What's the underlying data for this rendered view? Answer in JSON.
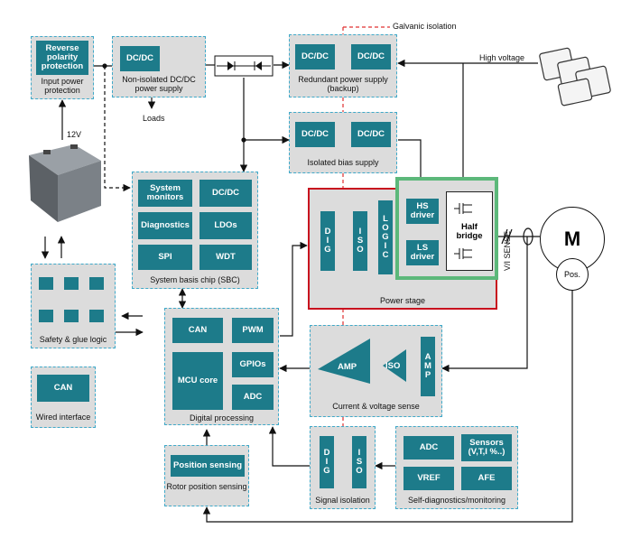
{
  "annotations": {
    "galvanic_isolation": "Galvanic isolation",
    "high_voltage": "High voltage",
    "loads": "Loads",
    "v12": "12V",
    "vi_sense": "V/I SENSE"
  },
  "input_power": {
    "box": "Reverse polarity protection",
    "label": "Input power protection"
  },
  "non_isolated": {
    "box": "DC/DC",
    "label": "Non-isolated DC/DC power supply"
  },
  "redundant": {
    "box1": "DC/DC",
    "box2": "DC/DC",
    "label": "Redundant power supply (backup)"
  },
  "isolated_bias": {
    "box1": "DC/DC",
    "box2": "DC/DC",
    "label": "Isolated bias supply"
  },
  "sbc": {
    "system_monitors": "System monitors",
    "dcdc": "DC/DC",
    "diagnostics": "Diagnostics",
    "ldos": "LDOs",
    "spi": "SPI",
    "wdt": "WDT",
    "label": "System basis chip (SBC)"
  },
  "power_stage": {
    "dig": [
      "D",
      "I",
      "G"
    ],
    "iso": [
      "I",
      "S",
      "O"
    ],
    "logic": [
      "L",
      "O",
      "G",
      "I",
      "C"
    ],
    "hs_driver": "HS driver",
    "ls_driver": "LS driver",
    "half_bridge": "Half bridge",
    "label": "Power stage"
  },
  "motor": {
    "m": "M",
    "pos": "Pos."
  },
  "safety": {
    "label": "Safety & glue logic"
  },
  "wired": {
    "box": "CAN",
    "label": "Wired interface"
  },
  "digital": {
    "can": "CAN",
    "pwm": "PWM",
    "gpios": "GPIOs",
    "mcu_core": "MCU core",
    "adc": "ADC",
    "label": "Digital processing"
  },
  "cv_sense": {
    "amp1": "AMP",
    "iso": "ISO",
    "amp2": [
      "A",
      "M",
      "P"
    ],
    "label": "Current & voltage sense"
  },
  "rotor": {
    "box": "Position sensing",
    "label": "Rotor position sensing"
  },
  "signal_iso": {
    "dig": [
      "D",
      "I",
      "G"
    ],
    "iso": [
      "I",
      "S",
      "O"
    ],
    "label": "Signal isolation"
  },
  "self_diag": {
    "adc": "ADC",
    "sensors": "Sensors (V,T,I %..)",
    "vref": "VREF",
    "afe": "AFE",
    "label": "Self-diagnostics/monitoring"
  },
  "colors": {
    "teal_box": "#1d7b8a",
    "block_bg": "#dcdcdc",
    "dashed_border": "#3fa9c9",
    "power_stage_border": "#c8101e",
    "half_bridge_border": "#5cb87a",
    "isolation_line": "#e03030"
  }
}
